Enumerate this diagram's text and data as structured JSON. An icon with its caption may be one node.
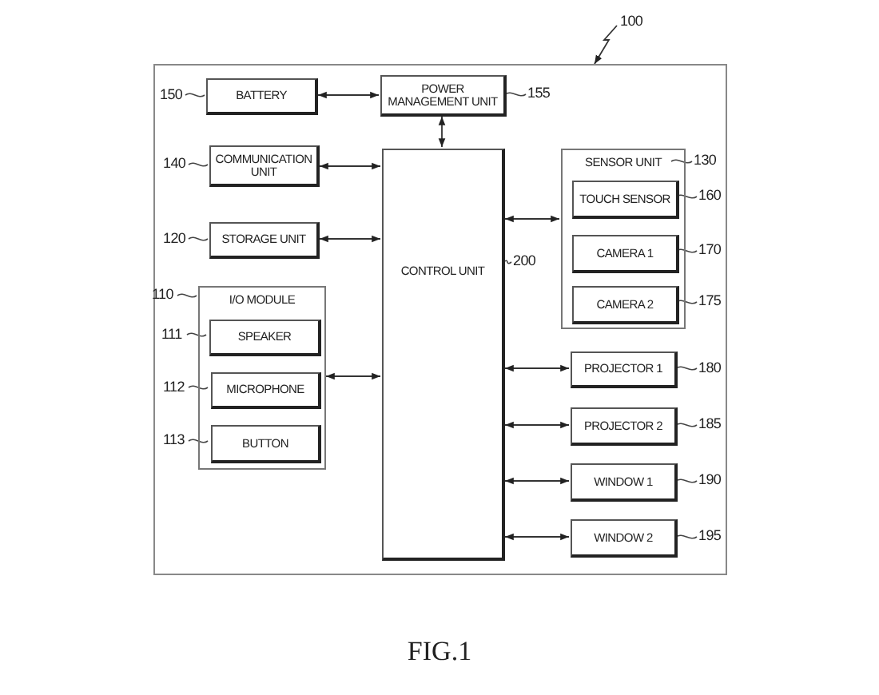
{
  "diagram": {
    "caption": "FIG.1",
    "nodes": [
      {
        "text": [],
        "shape": "box",
        "beside": [
          "100"
        ]
      },
      {
        "text": [
          "BATTERY"
        ],
        "in": 0,
        "beside": [
          "150"
        ]
      },
      {
        "text": [
          "POWER MANAGEMENT UNIT"
        ],
        "in": 0,
        "beside": [
          "155"
        ]
      },
      {
        "text": [
          "COMMUNICATION UNIT"
        ],
        "in": 0,
        "beside": [
          "140"
        ]
      },
      {
        "text": [
          "STORAGE UNIT"
        ],
        "in": 0,
        "beside": [
          "120"
        ]
      },
      {
        "text": [
          "CONTROL UNIT"
        ],
        "in": 0,
        "beside": [
          "200"
        ]
      },
      {
        "text": [
          "I/O MODULE"
        ],
        "in": 0,
        "beside": [
          "110"
        ]
      },
      {
        "text": [
          "SPEAKER"
        ],
        "in": 6,
        "beside": [
          "111"
        ]
      },
      {
        "text": [
          "MICROPHONE"
        ],
        "in": 6,
        "beside": [
          "112"
        ]
      },
      {
        "text": [
          "BUTTON"
        ],
        "in": 6,
        "beside": [
          "113"
        ]
      },
      {
        "text": [
          "SENSOR UNIT"
        ],
        "in": 0,
        "beside": [
          "130"
        ]
      },
      {
        "text": [
          "TOUCH SENSOR"
        ],
        "in": 10,
        "beside": [
          "160"
        ]
      },
      {
        "text": [
          "CAMERA 1"
        ],
        "in": 10,
        "beside": [
          "170"
        ]
      },
      {
        "text": [
          "CAMERA 2"
        ],
        "in": 10,
        "beside": [
          "175"
        ]
      },
      {
        "text": [
          "PROJECTOR 1"
        ],
        "in": 0,
        "beside": [
          "180"
        ]
      },
      {
        "text": [
          "PROJECTOR 2"
        ],
        "in": 0,
        "beside": [
          "185"
        ]
      },
      {
        "text": [
          "WINDOW 1"
        ],
        "in": 0,
        "beside": [
          "190"
        ]
      },
      {
        "text": [
          "WINDOW 2"
        ],
        "in": 0,
        "beside": [
          "195"
        ]
      }
    ],
    "edges": [
      {
        "from": 1,
        "to": 2,
        "arrow": "both"
      },
      {
        "from": 2,
        "to": 5,
        "arrow": "both"
      },
      {
        "from": 3,
        "to": 5,
        "arrow": "both"
      },
      {
        "from": 4,
        "to": 5,
        "arrow": "both"
      },
      {
        "from": 6,
        "to": 5,
        "arrow": "both"
      },
      {
        "from": 5,
        "to": 10,
        "arrow": "both"
      },
      {
        "from": 5,
        "to": 14,
        "arrow": "both"
      },
      {
        "from": 5,
        "to": 15,
        "arrow": "both"
      },
      {
        "from": 5,
        "to": 16,
        "arrow": "both"
      },
      {
        "from": 5,
        "to": 17,
        "arrow": "both"
      },
      {
        "from": null,
        "to": 0,
        "arrow": "to"
      }
    ]
  }
}
